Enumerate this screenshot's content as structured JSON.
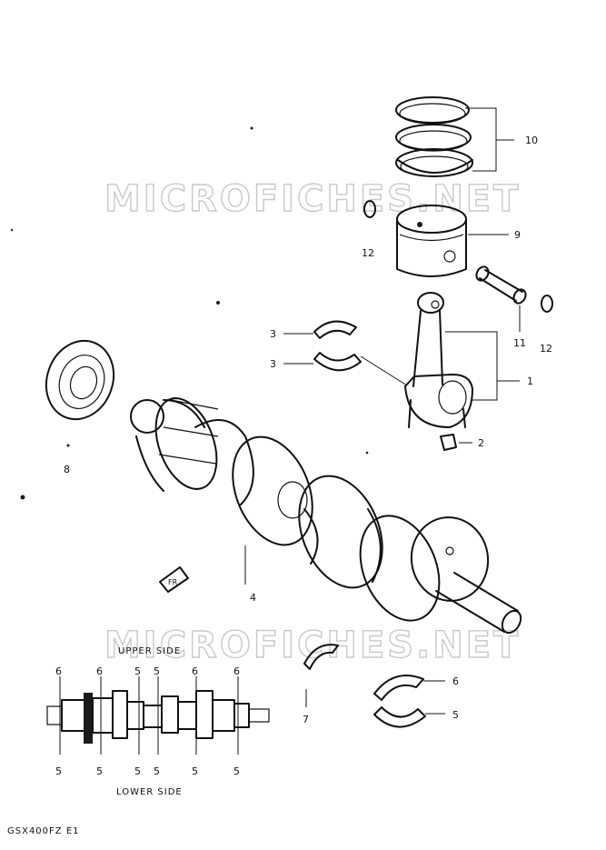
{
  "watermark": "MICROFICHES.NET",
  "callouts": {
    "c10": "10",
    "c9": "9",
    "c12a": "12",
    "c11": "11",
    "c12b": "12",
    "c3a": "3",
    "c3b": "3",
    "c1": "1",
    "c2": "2",
    "c8": "8",
    "c4": "4",
    "c7": "7",
    "c6": "6",
    "c5": "5"
  },
  "bearing_diagram": {
    "upper_label": "UPPER SIDE",
    "lower_label": "LOWER SIDE",
    "upper_numbers": [
      "6",
      "6",
      "5",
      "5",
      "6",
      "6"
    ],
    "lower_numbers": [
      "5",
      "5",
      "5",
      "5",
      "5",
      "5"
    ]
  },
  "fr_marker": "FR",
  "model_code": "GSX400FZ E1"
}
